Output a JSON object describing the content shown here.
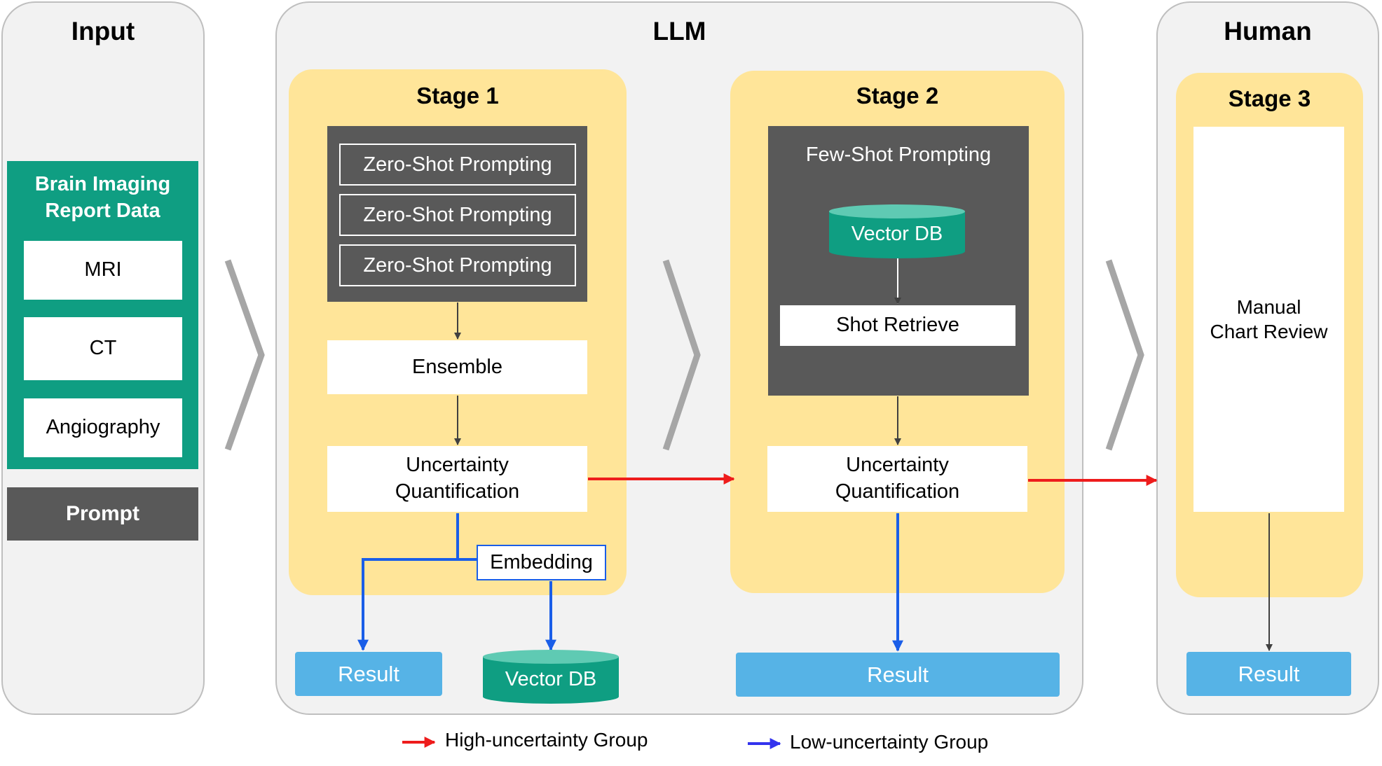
{
  "input_panel": {
    "title": "Input",
    "data_title_line1": "Brain Imaging",
    "data_title_line2": "Report Data",
    "items": [
      "MRI",
      "CT",
      "Angiography"
    ],
    "prompt": "Prompt"
  },
  "llm_panel": {
    "title": "LLM",
    "stage1": {
      "title": "Stage 1",
      "prompts": [
        "Zero-Shot Prompting",
        "Zero-Shot Prompting",
        "Zero-Shot Prompting"
      ],
      "ensemble": "Ensemble",
      "uq_line1": "Uncertainty",
      "uq_line2": "Quantification",
      "embedding": "Embedding",
      "result": "Result",
      "vector_db": "Vector DB"
    },
    "stage2": {
      "title": "Stage 2",
      "few_shot": "Few-Shot Prompting",
      "vector_db": "Vector DB",
      "shot_retrieve": "Shot Retrieve",
      "uq_line1": "Uncertainty",
      "uq_line2": "Quantification",
      "result": "Result"
    }
  },
  "human_panel": {
    "title": "Human",
    "stage3": {
      "title": "Stage 3",
      "review_line1": "Manual",
      "review_line2": "Chart Review",
      "result": "Result"
    }
  },
  "legend": {
    "high": "High-uncertainty Group",
    "low": "Low-uncertainty Group"
  },
  "colors": {
    "high_arrow": "#ee1c1c",
    "low_arrow": "#1a5ee8",
    "legend_low_arrow": "#3333ee",
    "stage_fill": "#ffe599",
    "teal": "#0f9e82",
    "result_fill": "#56b3e6",
    "dark_box": "#595959"
  }
}
